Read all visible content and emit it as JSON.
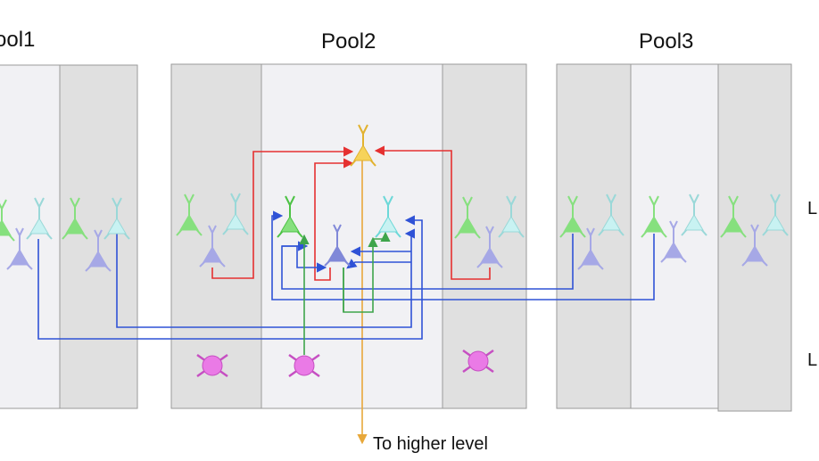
{
  "pools": [
    {
      "label": "ool1"
    },
    {
      "label": "Pool2"
    },
    {
      "label": "Pool3"
    }
  ],
  "output_label": "To higher level",
  "layer_labels": [
    "L",
    "L"
  ],
  "colors": {
    "column_dark": "#e0e0e0",
    "column_light": "#f1f1f4",
    "column_border": "#9a9a9a",
    "pyramidal_green": "#86e07e",
    "pyramidal_cyan": "#c8f2f2",
    "pyramidal_blue": "#a6a8e6",
    "pyramidal_center": "#8088d8",
    "pyramidal_yellow": "#f6d35a",
    "inhibitory_magenta": "#ea7ae6",
    "wire_red": "#e53030",
    "wire_blue": "#2f52d6",
    "wire_green": "#3fa54b",
    "wire_orange": "#e8a83a"
  }
}
